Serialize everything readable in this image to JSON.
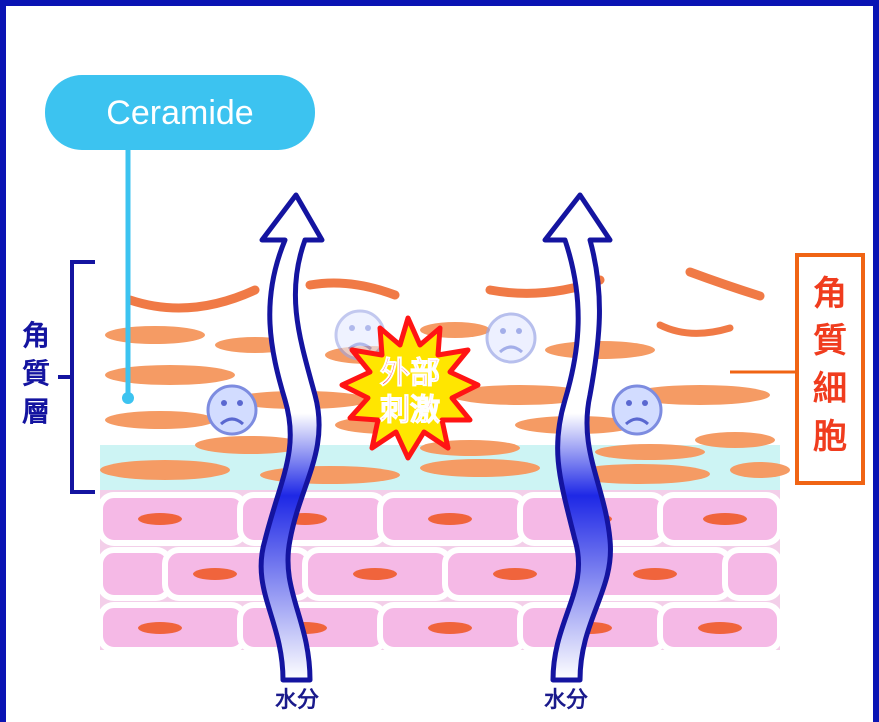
{
  "labels": {
    "ceramide": "Ceramide",
    "stratum_corneum": [
      "角",
      "質",
      "層"
    ],
    "corneocyte": [
      "角",
      "質",
      "細",
      "胞"
    ],
    "external_stimulus": [
      "外部",
      "刺激"
    ],
    "water_left": "水分",
    "water_right": "水分"
  },
  "colors": {
    "frame": "#0a14b4",
    "ceramide_bubble": "#3cc3f0",
    "corneocyte_cells": "#f59b64",
    "corneocyte_label": "#f06414",
    "lower_cells": "#f5b9e6",
    "arrow_outline": "#1414a0",
    "arrow_fill": "#1e28e6",
    "burst_fill": "#ffe600",
    "burst_outline": "#ff1414"
  },
  "icons": [
    "sad-face-icon",
    "burst-icon",
    "up-arrow-icon"
  ]
}
